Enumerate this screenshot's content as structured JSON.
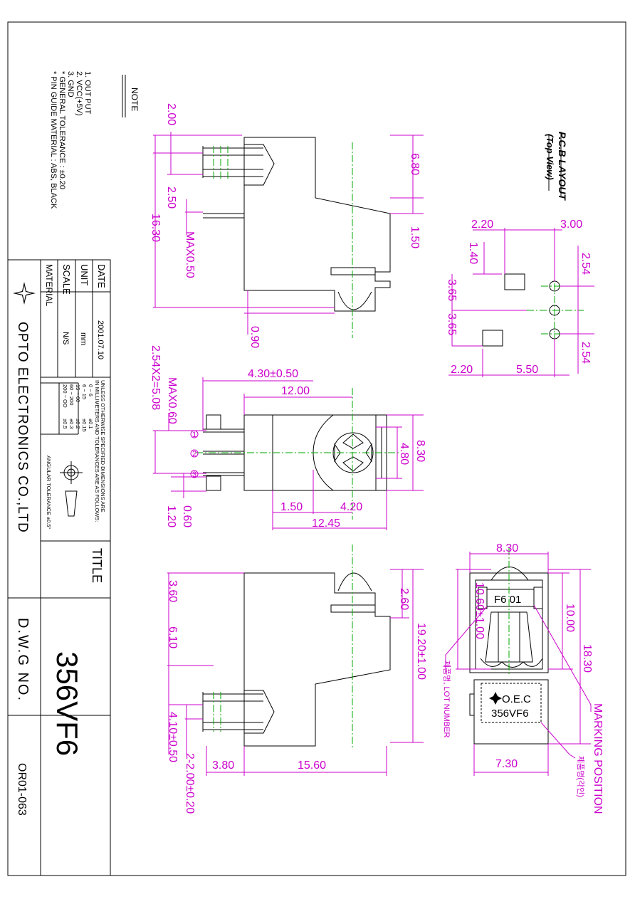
{
  "notes": {
    "header": "NOTE",
    "lines": [
      "1. OUT PUT",
      "2. VCC(+5V)",
      "3. GND",
      "* GENERAL TOLERANCE : ±0.20",
      "* PIN GUIDE MATERIAL : ABS, BLACK"
    ]
  },
  "title_block": {
    "date_label": "DATE",
    "date_value": "2001.07.10",
    "unit_label": "UNIT",
    "unit_value": "mm",
    "scale_label": "SCALE",
    "scale_value": "N/S",
    "material_label": "MATERIAL",
    "company": "OPTO ELECTRONICS CO.,LTD",
    "title_label": "TITLE",
    "part_number": "356VF6",
    "dwg_label": "D.W.G NO.",
    "dwg_number": "OR01-063",
    "tolerance_note_1": "UNLESS OTHERWISE SPECIFIED DIMENSIONS ARE",
    "tolerance_note_2": "IN MILLIMETERS AND TOLERANCES ARE AS FOLLOWS:",
    "tolerance_rows": [
      [
        "0 ~ 6",
        "±0.1"
      ],
      [
        "6 ~ 15",
        "±0.15"
      ],
      [
        "15 ~ 60",
        "±0.2"
      ],
      [
        "60 ~ 200",
        "±0.3"
      ],
      [
        "200 ~ OO",
        "±0.5"
      ]
    ],
    "angular_tolerance": "ANGULAR TOLERANCE ±0.5°"
  },
  "pcb_layout": {
    "title": "P.C.B LAYOUT",
    "subtitle": "(Top View)",
    "dims": {
      "w1": "2.20",
      "w2": "3.00",
      "h1": "1.40",
      "p1": "2.54",
      "a1": "3.65",
      "a2": "3.65",
      "p2": "2.54",
      "b1": "2.20",
      "b2": "5.50"
    }
  },
  "upper_view": {
    "dims": {
      "d1": "2.00",
      "d2": "2.50",
      "d3": "16.30",
      "d4": "MAX0.50",
      "d5": "0.90",
      "d6": "6.80",
      "d7": "1.50"
    }
  },
  "middle_view": {
    "dims": {
      "d1": "2.54X2=5.08",
      "d2": "MAX0.60",
      "d3": "4.30±0.50",
      "d4": "12.00",
      "d5": "8.30",
      "d6": "4.80",
      "d7": "1.50",
      "d8": "4.20",
      "d9": "12.45",
      "d10": "1.20",
      "d11": "0.60"
    },
    "pins": [
      "1",
      "2",
      "3"
    ]
  },
  "lower_view": {
    "dims": {
      "d1": "3.60",
      "d2": "6.10",
      "d3": "4.10±0.50",
      "d4": "2-2.00±0.20",
      "d5": "3.80",
      "d6": "15.60",
      "d7": "2.60",
      "d8": "19.20±1.00"
    }
  },
  "front_view": {
    "dims": {
      "top": "8.30",
      "left": "10.60±1.00",
      "r1": "10.00",
      "r2": "18.30",
      "bottom": "7.30"
    },
    "label_code": "F6 01",
    "logo_text": "O.E.C",
    "model_text": "356VF6",
    "lot_label": "제품명, LOT NUMBER",
    "marking_position": "MARKING POSITION",
    "marking_sub": "제품명(각인)"
  }
}
